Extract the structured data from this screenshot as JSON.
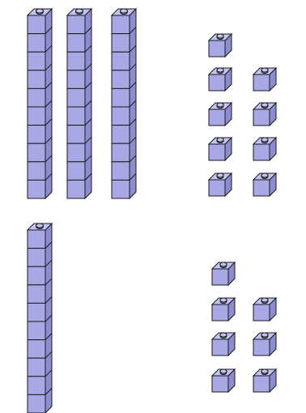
{
  "colors": {
    "block_fill": "#a8a8e4",
    "block_top": "#c4c4f0",
    "block_side": "#8c8cd0",
    "outline": "#1a1a1a",
    "background": "#ffffff"
  },
  "groups": [
    {
      "name": "top-group",
      "tens": 3,
      "ones": 9
    },
    {
      "name": "bottom-group",
      "tens": 1,
      "ones": 7
    }
  ],
  "tens_rod_cubes": 10
}
